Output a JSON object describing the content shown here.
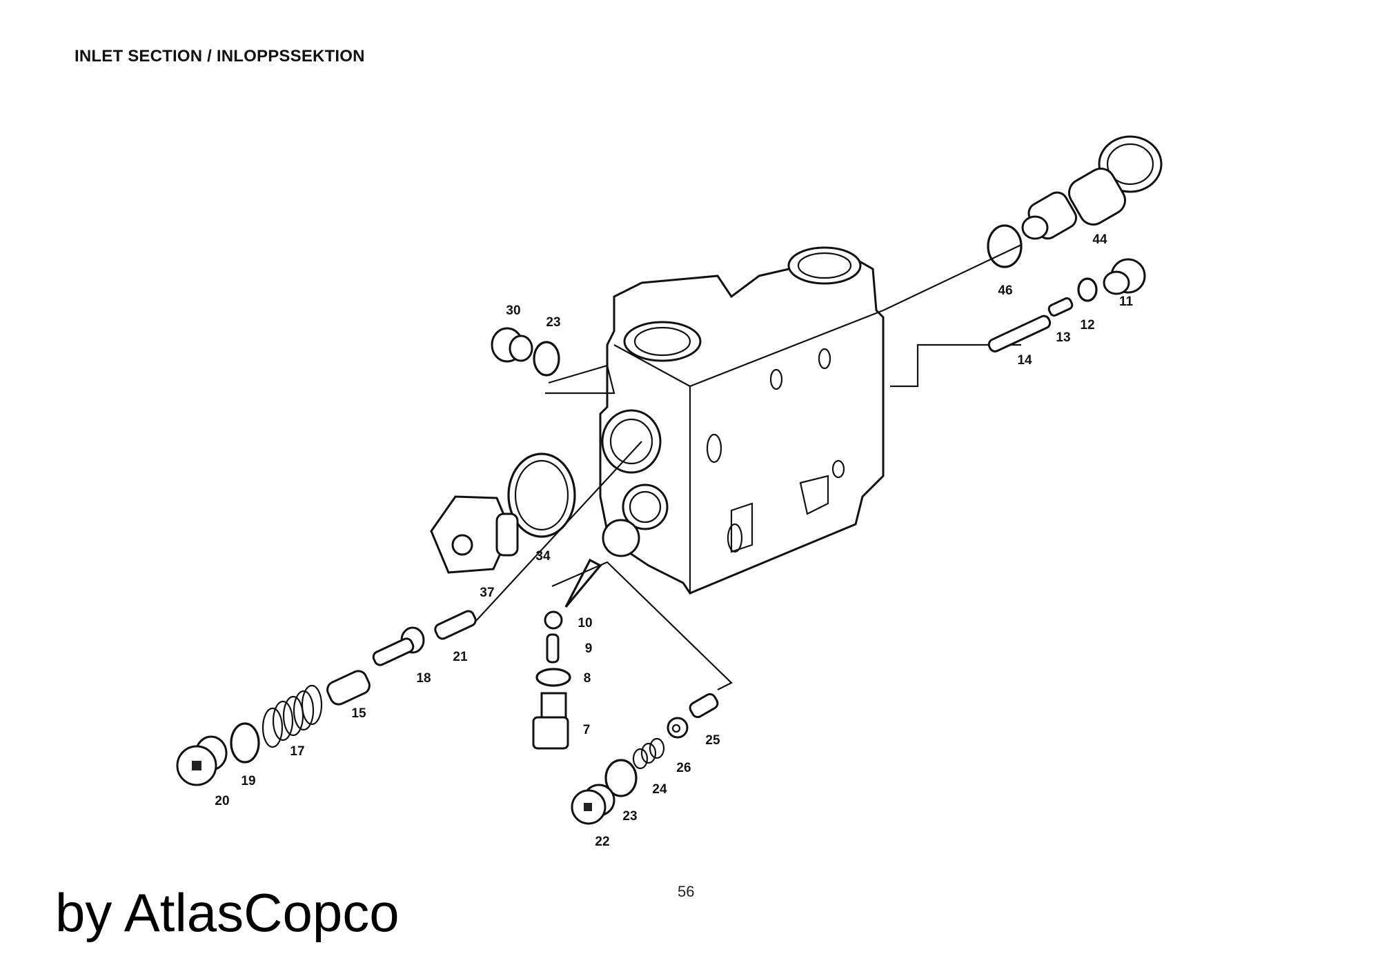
{
  "header": {
    "title": "INLET SECTION / INLOPPSSEKTION"
  },
  "footer": {
    "page_number": "56",
    "brand": "by AtlasCopco"
  },
  "callouts": {
    "p30": "30",
    "p23a": "23",
    "p44": "44",
    "p46": "46",
    "p11": "11",
    "p12": "12",
    "p13": "13",
    "p14": "14",
    "p34": "34",
    "p37": "37",
    "p10": "10",
    "p9": "9",
    "p8": "8",
    "p7": "7",
    "p21": "21",
    "p18": "18",
    "p15": "15",
    "p17": "17",
    "p19": "19",
    "p20": "20",
    "p25": "25",
    "p26": "26",
    "p24": "24",
    "p23b": "23",
    "p22": "22"
  }
}
